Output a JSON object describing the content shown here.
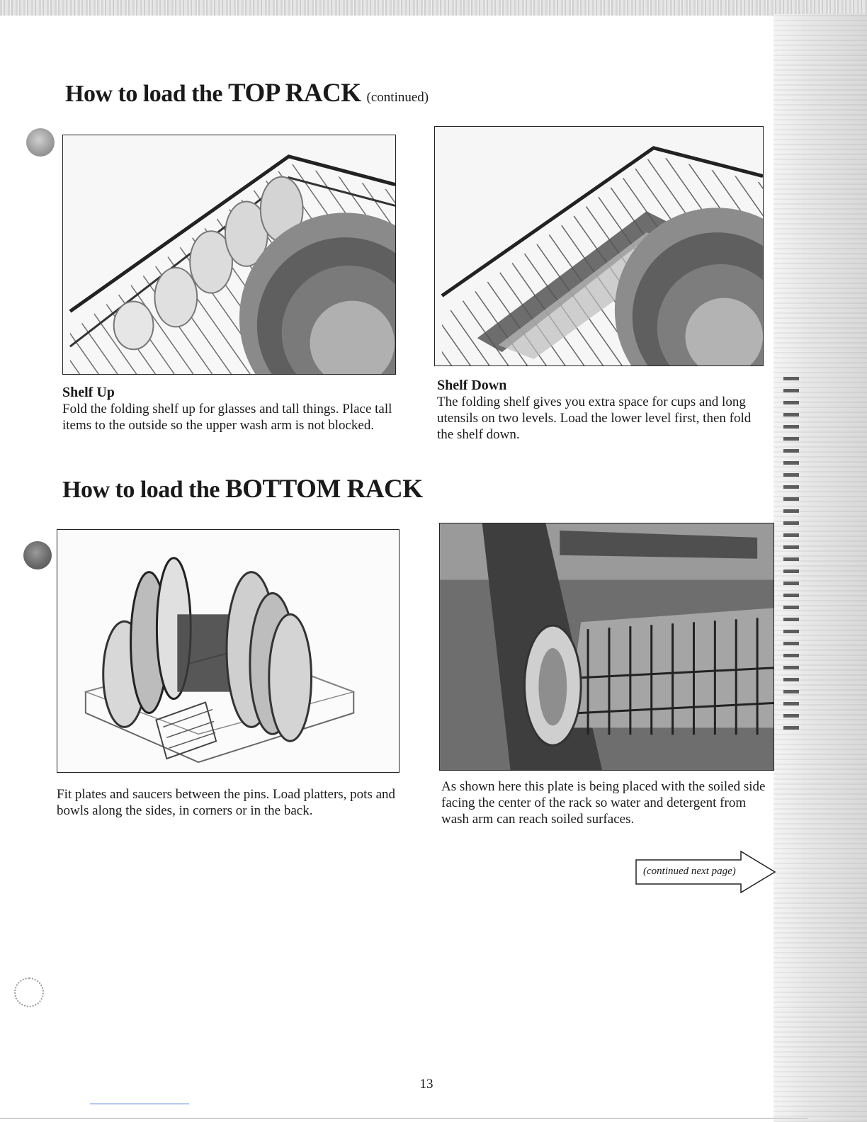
{
  "top_section": {
    "title_lead": "How to load the ",
    "title_caps": "TOP RACK",
    "title_suffix": "(continued)"
  },
  "shelf_up": {
    "heading": "Shelf Up",
    "text": "Fold the folding shelf up for glasses and tall things. Place tall items to the outside so the upper wash arm is not blocked."
  },
  "shelf_down": {
    "heading": "Shelf Down",
    "text": "The folding shelf gives you extra space for cups and long utensils on two levels. Load the lower level first, then fold the shelf down."
  },
  "bottom_section": {
    "title_lead": "How to load the ",
    "title_caps": "BOTTOM RACK"
  },
  "plates": {
    "text": "Fit plates and saucers between the pins. Load platters, pots and bowls along the sides, in corners or in the back."
  },
  "soiled": {
    "text": "As shown here this plate is being placed with the soiled side facing the center of the rack so water and detergent from wash arm can reach soiled surfaces."
  },
  "continued_note": "(continued next page)",
  "page_number": "13"
}
